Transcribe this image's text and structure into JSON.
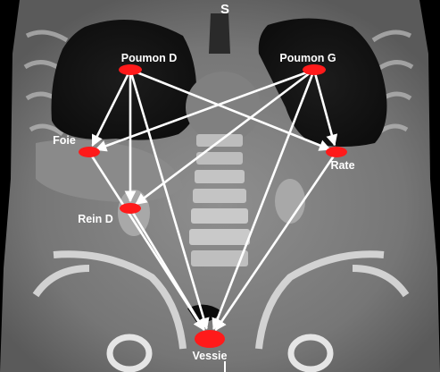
{
  "orientation_marker": "S",
  "colors": {
    "node": "#ff1a1a",
    "arrow": "#ffffff",
    "label": "#ffffff"
  },
  "nodes": [
    {
      "id": "poumon-d",
      "label": "Poumon D"
    },
    {
      "id": "poumon-g",
      "label": "Poumon G"
    },
    {
      "id": "foie",
      "label": "Foie"
    },
    {
      "id": "rate",
      "label": "Rate"
    },
    {
      "id": "rein-d",
      "label": "Rein D"
    },
    {
      "id": "vessie",
      "label": "Vessie"
    }
  ],
  "edges": [
    {
      "from": "poumon-d",
      "to": "foie"
    },
    {
      "from": "poumon-d",
      "to": "rein-d"
    },
    {
      "from": "poumon-d",
      "to": "rate"
    },
    {
      "from": "poumon-d",
      "to": "vessie"
    },
    {
      "from": "poumon-g",
      "to": "foie"
    },
    {
      "from": "poumon-g",
      "to": "rein-d"
    },
    {
      "from": "poumon-g",
      "to": "rate"
    },
    {
      "from": "poumon-g",
      "to": "vessie"
    },
    {
      "from": "foie",
      "to": "vessie"
    },
    {
      "from": "rein-d",
      "to": "vessie"
    },
    {
      "from": "rate",
      "to": "vessie"
    }
  ]
}
